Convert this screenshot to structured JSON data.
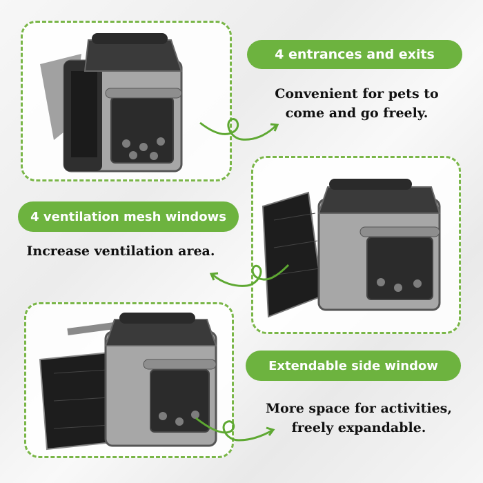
{
  "features": [
    {
      "title": "4 entrances and exits",
      "description_lines": [
        "Convenient for pets to",
        "come and go freely."
      ]
    },
    {
      "title": "4 ventilation mesh windows",
      "description_lines": [
        "Increase ventilation area."
      ]
    },
    {
      "title": "Extendable side window",
      "description_lines": [
        "More space for activities,",
        "freely expandable."
      ]
    }
  ],
  "colors": {
    "accent_green": "#6db33f",
    "frame_green": "#7ab648",
    "carrier_gray": "#a7a7a7"
  },
  "icons": [
    "pet-carrier-image",
    "curly-arrow-icon"
  ]
}
